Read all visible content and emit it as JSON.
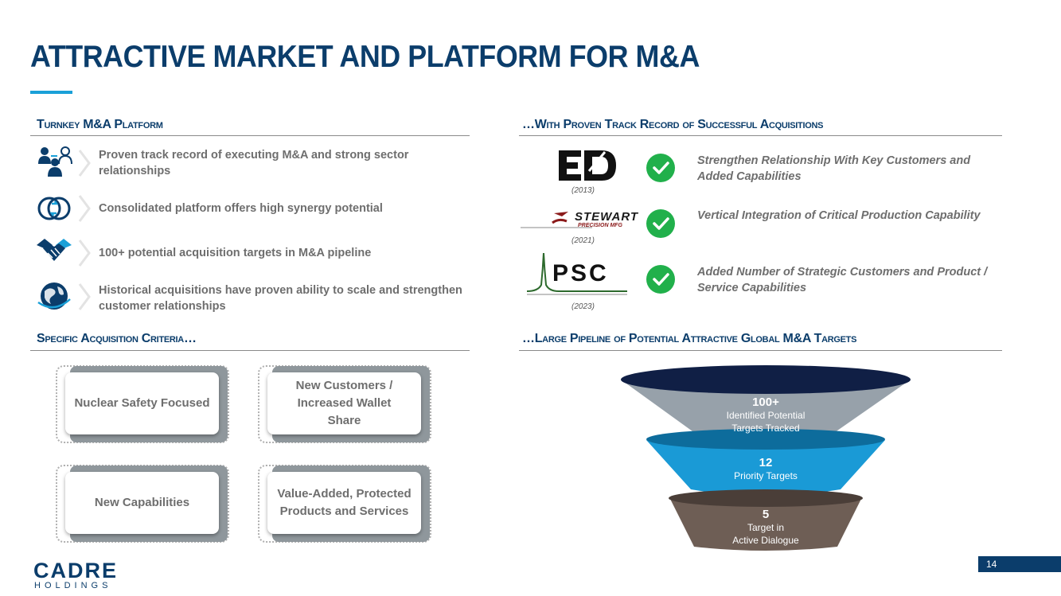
{
  "title": "ATTRACTIVE MARKET AND PLATFORM FOR M&A",
  "sections": {
    "platform": {
      "heading": "Turnkey M&A Platform",
      "items": [
        {
          "icon": "people-icon",
          "text": "Proven track record of executing M&A and strong sector relationships"
        },
        {
          "icon": "synergy-cycle-icon",
          "text": "Consolidated platform offers high synergy potential"
        },
        {
          "icon": "handshake-icon",
          "text": "100+ potential acquisition targets in M&A pipeline"
        },
        {
          "icon": "globe-icon",
          "text": "Historical acquisitions have proven ability to scale and strengthen customer relationships"
        }
      ]
    },
    "track_record": {
      "heading": "…With Proven Track Record of Successful Acquisitions",
      "items": [
        {
          "logo": "EPD",
          "year": "(2013)",
          "text": "Strengthen Relationship With Key Customers and Added Capabilities"
        },
        {
          "logo": "STEWART",
          "logo_sub": "PRECISION MFG",
          "year": "(2021)",
          "text": "Vertical Integration of Critical Production Capability"
        },
        {
          "logo": "PSC",
          "year": "(2023)",
          "text": "Added Number of Strategic Customers and Product / Service Capabilities"
        }
      ]
    },
    "criteria": {
      "heading": "Specific Acquisition Criteria…",
      "cards": [
        "Nuclear Safety Focused",
        "New Customers / Increased Wallet Share",
        "New Capabilities",
        "Value-Added, Protected Products and Services"
      ]
    },
    "pipeline": {
      "heading": "…Large Pipeline of Potential Attractive Global M&A Targets",
      "levels": [
        {
          "value": "100+",
          "label_1": "Identified Potential",
          "label_2": "Targets Tracked",
          "color": "#97a1aa"
        },
        {
          "value": "12",
          "label_1": "Priority Targets",
          "label_2": "",
          "color": "#1a9ad6"
        },
        {
          "value": "5",
          "label_1": "Target in",
          "label_2": "Active Dialogue",
          "color": "#6e5e55"
        }
      ]
    }
  },
  "footer": {
    "logo_top": "CADRE",
    "logo_bottom": "HOLDINGS",
    "page_number": "14"
  },
  "colors": {
    "navy": "#0b3d6b",
    "accent_blue": "#1aa0d8",
    "check_green": "#21b04b",
    "funnel_top": "#101f45"
  }
}
